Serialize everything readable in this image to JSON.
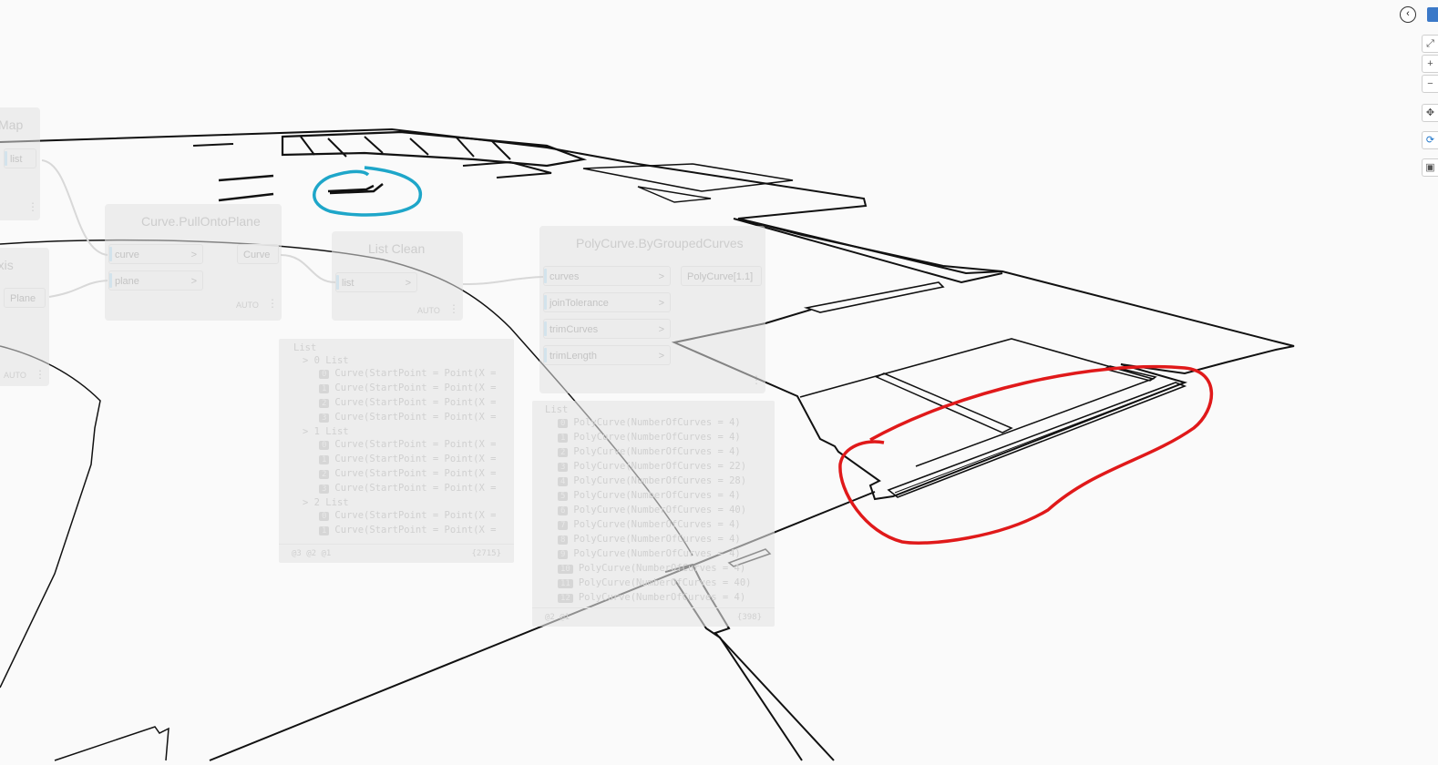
{
  "nodes": {
    "map": {
      "title": "Map",
      "input": "list"
    },
    "yaxis": {
      "title": "YAxis",
      "output": "Plane",
      "auto": "AUTO"
    },
    "pull_onto_plane": {
      "title": "Curve.PullOntoPlane",
      "inputs": [
        "curve",
        "plane"
      ],
      "output": "Curve",
      "auto": "AUTO"
    },
    "list_clean": {
      "title": "List Clean",
      "input": "list",
      "auto": "AUTO"
    },
    "polycurve": {
      "title": "PolyCurve.ByGroupedCurves",
      "inputs": [
        "curves",
        "joinTolerance",
        "trimCurves",
        "trimLength"
      ],
      "output": "PolyCurve[1.1]"
    }
  },
  "preview_list_clean": {
    "header": "List",
    "groups": [
      {
        "label": "0 List",
        "items": [
          {
            "i": "0",
            "text": "Curve(StartPoint = Point(X ="
          },
          {
            "i": "1",
            "text": "Curve(StartPoint = Point(X ="
          },
          {
            "i": "2",
            "text": "Curve(StartPoint = Point(X ="
          },
          {
            "i": "3",
            "text": "Curve(StartPoint = Point(X ="
          }
        ]
      },
      {
        "label": "1 List",
        "items": [
          {
            "i": "0",
            "text": "Curve(StartPoint = Point(X ="
          },
          {
            "i": "1",
            "text": "Curve(StartPoint = Point(X ="
          },
          {
            "i": "2",
            "text": "Curve(StartPoint = Point(X ="
          },
          {
            "i": "3",
            "text": "Curve(StartPoint = Point(X ="
          }
        ]
      },
      {
        "label": "2 List",
        "items": [
          {
            "i": "0",
            "text": "Curve(StartPoint = Point(X ="
          },
          {
            "i": "1",
            "text": "Curve(StartPoint = Point(X ="
          }
        ]
      }
    ],
    "footer_left": "@3 @2 @1",
    "footer_right": "{2715}"
  },
  "preview_polycurve": {
    "header": "List",
    "items": [
      {
        "i": "0",
        "text": "PolyCurve(NumberOfCurves = 4)"
      },
      {
        "i": "1",
        "text": "PolyCurve(NumberOfCurves = 4)"
      },
      {
        "i": "2",
        "text": "PolyCurve(NumberOfCurves = 4)"
      },
      {
        "i": "3",
        "text": "PolyCurve(NumberOfCurves = 22)"
      },
      {
        "i": "4",
        "text": "PolyCurve(NumberOfCurves = 28)"
      },
      {
        "i": "5",
        "text": "PolyCurve(NumberOfCurves = 4)"
      },
      {
        "i": "6",
        "text": "PolyCurve(NumberOfCurves = 40)"
      },
      {
        "i": "7",
        "text": "PolyCurve(NumberOfCurves = 4)"
      },
      {
        "i": "8",
        "text": "PolyCurve(NumberOfCurves = 4)"
      },
      {
        "i": "9",
        "text": "PolyCurve(NumberOfCurves = 4)"
      },
      {
        "i": "10",
        "text": "PolyCurve(NumberOfCurves = 4)"
      },
      {
        "i": "11",
        "text": "PolyCurve(NumberOfCurves = 40)"
      },
      {
        "i": "12",
        "text": "PolyCurve(NumberOfCurves = 4)"
      }
    ],
    "footer_left": "@2 @1",
    "footer_right": "{398}"
  },
  "toolbar": {
    "collapse_icon": "chevron-left-icon",
    "buttons": [
      "zoom-extents-icon",
      "zoom-in-icon",
      "zoom-out-icon",
      "pan-icon",
      "orbit-icon",
      "screenshot-icon"
    ]
  },
  "annotations": {
    "highlight_blue": "#1ea6c9",
    "highlight_red": "#e0191a"
  }
}
